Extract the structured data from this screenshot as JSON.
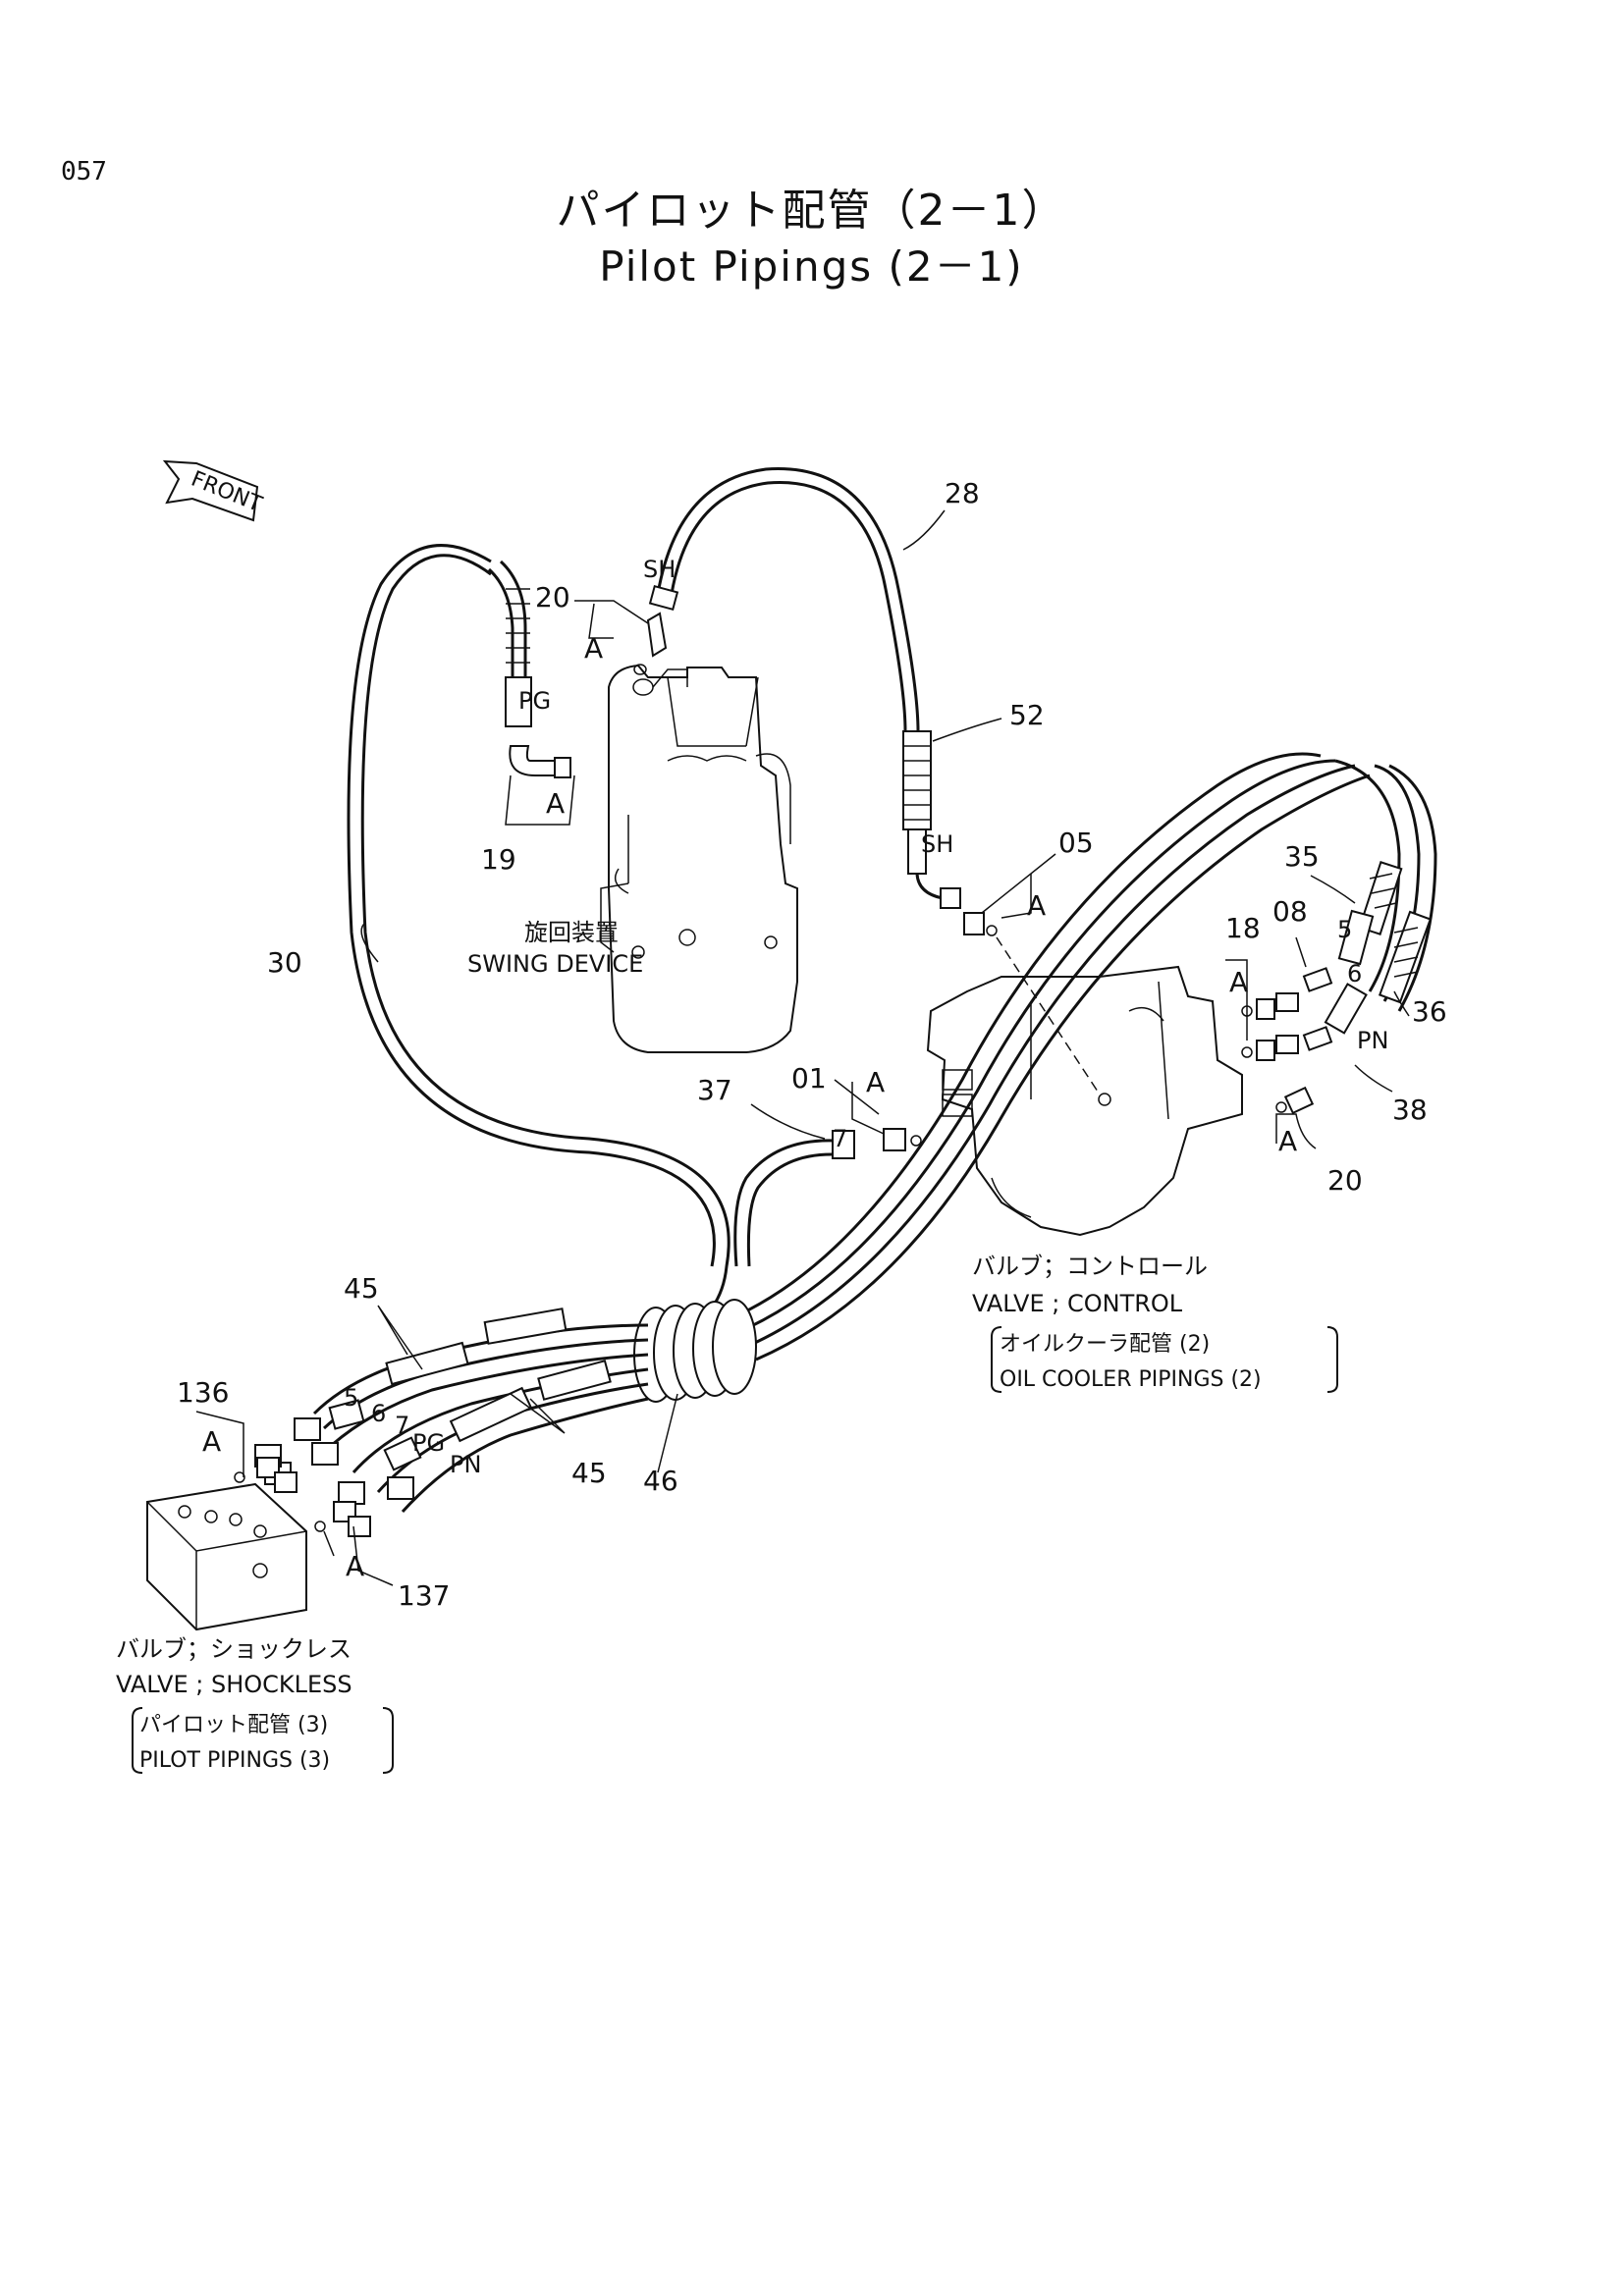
{
  "page_number": "057",
  "title_jp": "パイロット配管（2－1）",
  "title_en": "Pilot Pipings (2－1)",
  "front_label": "FRONT",
  "callouts": {
    "c28": "28",
    "c20_top": "20",
    "a_top1": "A",
    "sh_top": "SH",
    "pg_top": "PG",
    "a_top2": "A",
    "c19": "19",
    "c52": "52",
    "sh_mid": "SH",
    "c05": "05",
    "a05": "A",
    "c30": "30",
    "c35": "35",
    "c08": "08",
    "c18": "18",
    "a18": "A",
    "c5r": "5",
    "c6r": "6",
    "c36": "36",
    "pn_r": "PN",
    "c38": "38",
    "c20_r": "20",
    "a20": "A",
    "c37": "37",
    "c01": "01",
    "a01": "A",
    "c7": "7",
    "c45_top": "45",
    "c136": "136",
    "a136": "A",
    "c5l": "5",
    "c6l": "6",
    "c7l": "7",
    "pg_l": "PG",
    "pn_l": "PN",
    "c45_bot": "45",
    "c46": "46",
    "a137": "A",
    "c137": "137"
  },
  "swing_device": {
    "jp": "旋回装置",
    "en": "SWING DEVICE"
  },
  "control_valve": {
    "jp": "バルブ；コントロール",
    "en": "VALVE ; CONTROL",
    "ref_jp": "オイルクーラ配管 (2)",
    "ref_en": "OIL COOLER PIPINGS (2)"
  },
  "shockless_valve": {
    "jp": "バルブ；ショックレス",
    "en": "VALVE ; SHOCKLESS",
    "ref_jp": "パイロット配管 (3)",
    "ref_en": "PILOT PIPINGS (3)"
  }
}
